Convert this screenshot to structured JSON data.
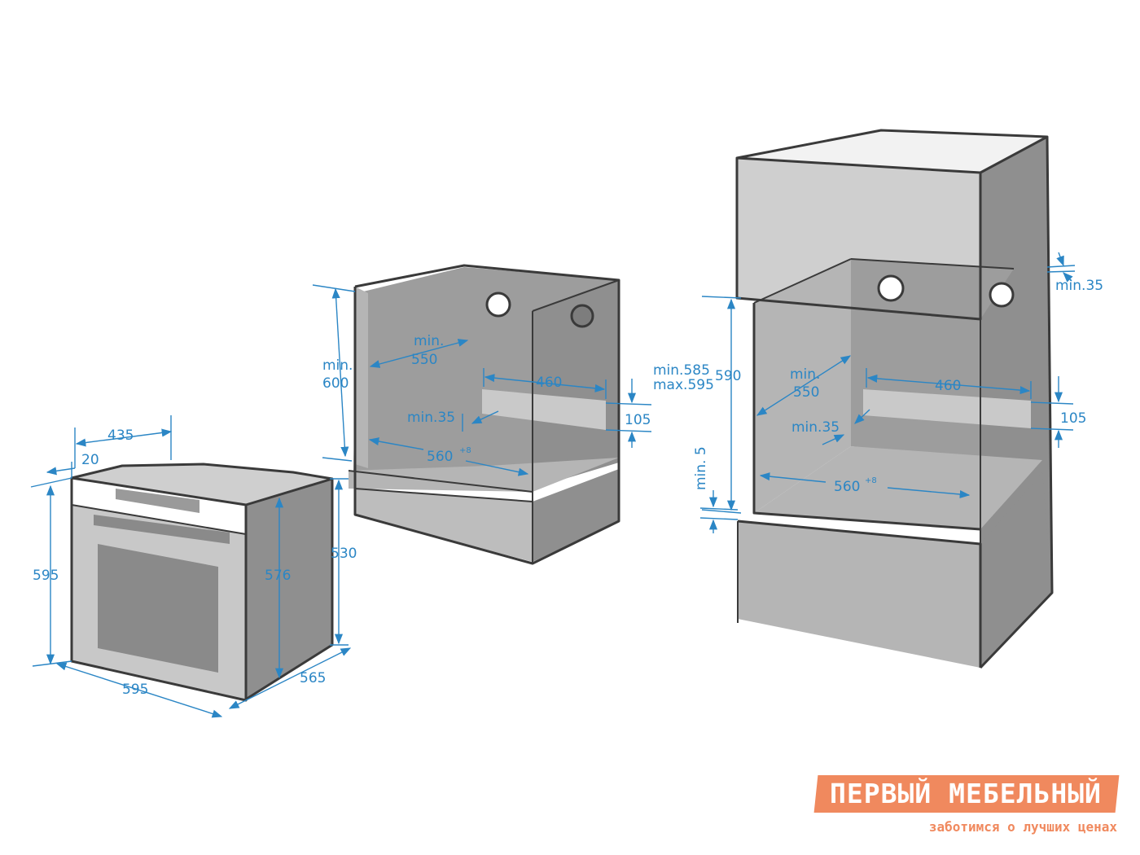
{
  "oven": {
    "depth_total": "435",
    "front_offset": "20",
    "height": "595",
    "inner_height": "576",
    "side_height": "530",
    "width": "595",
    "depth": "565"
  },
  "under_counter": {
    "min_label": "min.",
    "depth_min": "550",
    "height_min_label": "min.",
    "height_min": "600",
    "vent_width": "460",
    "vent_height": "105",
    "gap_min": "min.35",
    "width": "560",
    "width_tolerance": "+8"
  },
  "column": {
    "gap_top": "min.35",
    "opening_height_min": "min.585",
    "opening_height_max": "max.595",
    "height": "590",
    "min_label": "min.",
    "depth_min": "550",
    "vent_width": "460",
    "vent_height": "105",
    "gap_min": "min.35",
    "base_min": "min. 5",
    "width": "560",
    "width_tolerance": "+8"
  },
  "logo": {
    "title": "ПЕРВЫЙ МЕБЕЛЬНЫЙ",
    "tagline": "заботимся о лучших ценах"
  },
  "colors": {
    "dimension": "#2b86c5",
    "logo": "#f0895e"
  }
}
